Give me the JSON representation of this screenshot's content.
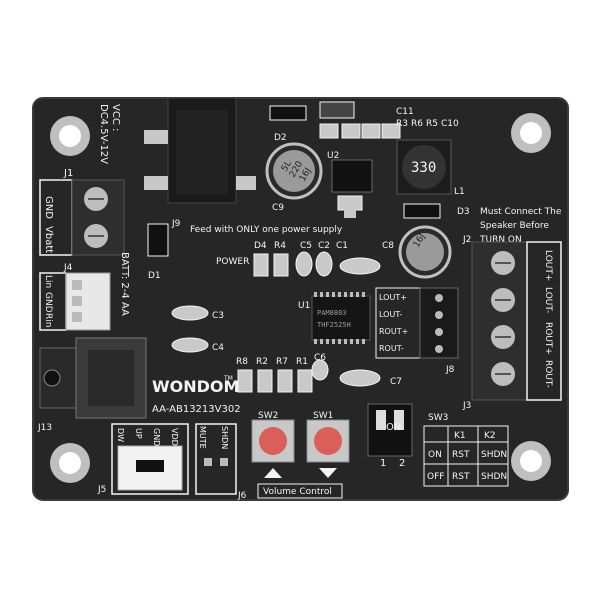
{
  "board": {
    "vcc_label": "VCC :",
    "vcc_range": "DC4.5V-12V",
    "gnd": "GND",
    "vbatt": "Vbatt",
    "j1": "J1",
    "j4": "J4",
    "j9": "J9",
    "d1": "D1",
    "d2": "D2",
    "d3": "D3",
    "d4": "D4",
    "r4": "R4",
    "c5": "C5",
    "c2": "C2",
    "c1": "C1",
    "c3": "C3",
    "c4": "C4",
    "c6": "C6",
    "c7": "C7",
    "c8": "C8",
    "c9": "C9",
    "c10": "C10",
    "c11": "C11",
    "r3": "R3",
    "r6": "R6",
    "r5": "R5",
    "r8": "R8",
    "r2": "R2",
    "r7": "R7",
    "r1": "R1",
    "u1": "U1",
    "u2": "U2",
    "l1": "L1",
    "j2": "J2",
    "j3": "J3",
    "j5": "J5",
    "j6": "J6",
    "j8": "J8",
    "j13": "J13",
    "sw1": "SW1",
    "sw2": "SW2",
    "sw3": "SW3",
    "feed_note": "Feed with ONLY one power supply",
    "power_label": "POWER",
    "batt_label": "BATT: 2-4 AA",
    "lin": "Lin",
    "gnd_small": "GND",
    "rin": "Rin",
    "must_connect": "Must Connect The",
    "speaker_before": "Speaker Before",
    "turn_on": "TURN ON",
    "lout_plus": "LOUT+",
    "lout_minus": "LOUT-",
    "rout_plus": "ROUT+",
    "rout_minus": "ROUT-",
    "chip_text_1": "PAM8803",
    "chip_text_2": "THF2525H",
    "inductor_value": "330",
    "cap_text_1": "5L",
    "cap_text_2": "220",
    "cap_text_3": "16J",
    "cap_text_4": "16J",
    "logo": "WONDOM",
    "tm": "TM",
    "part_number": "AA-AB13213V302",
    "j5_dw": "DW",
    "j5_up": "UP",
    "j5_gnd": "GND",
    "j5_vdd": "VDD",
    "mute": "MUTE",
    "shdn": "SHDN",
    "volume_control": "Volume Control",
    "on": "ON",
    "sw_num_1": "1",
    "sw_num_2": "2",
    "k1": "K1",
    "k2": "K2",
    "rst": "RST",
    "shdn_table": "SHDN",
    "off": "OFF"
  },
  "colors": {
    "pcb": "#262626",
    "silkscreen": "#f4f4f4",
    "terminal": "#2e2e2e",
    "button": "#d9605a",
    "mounting_ring": "#bfbfbf"
  }
}
